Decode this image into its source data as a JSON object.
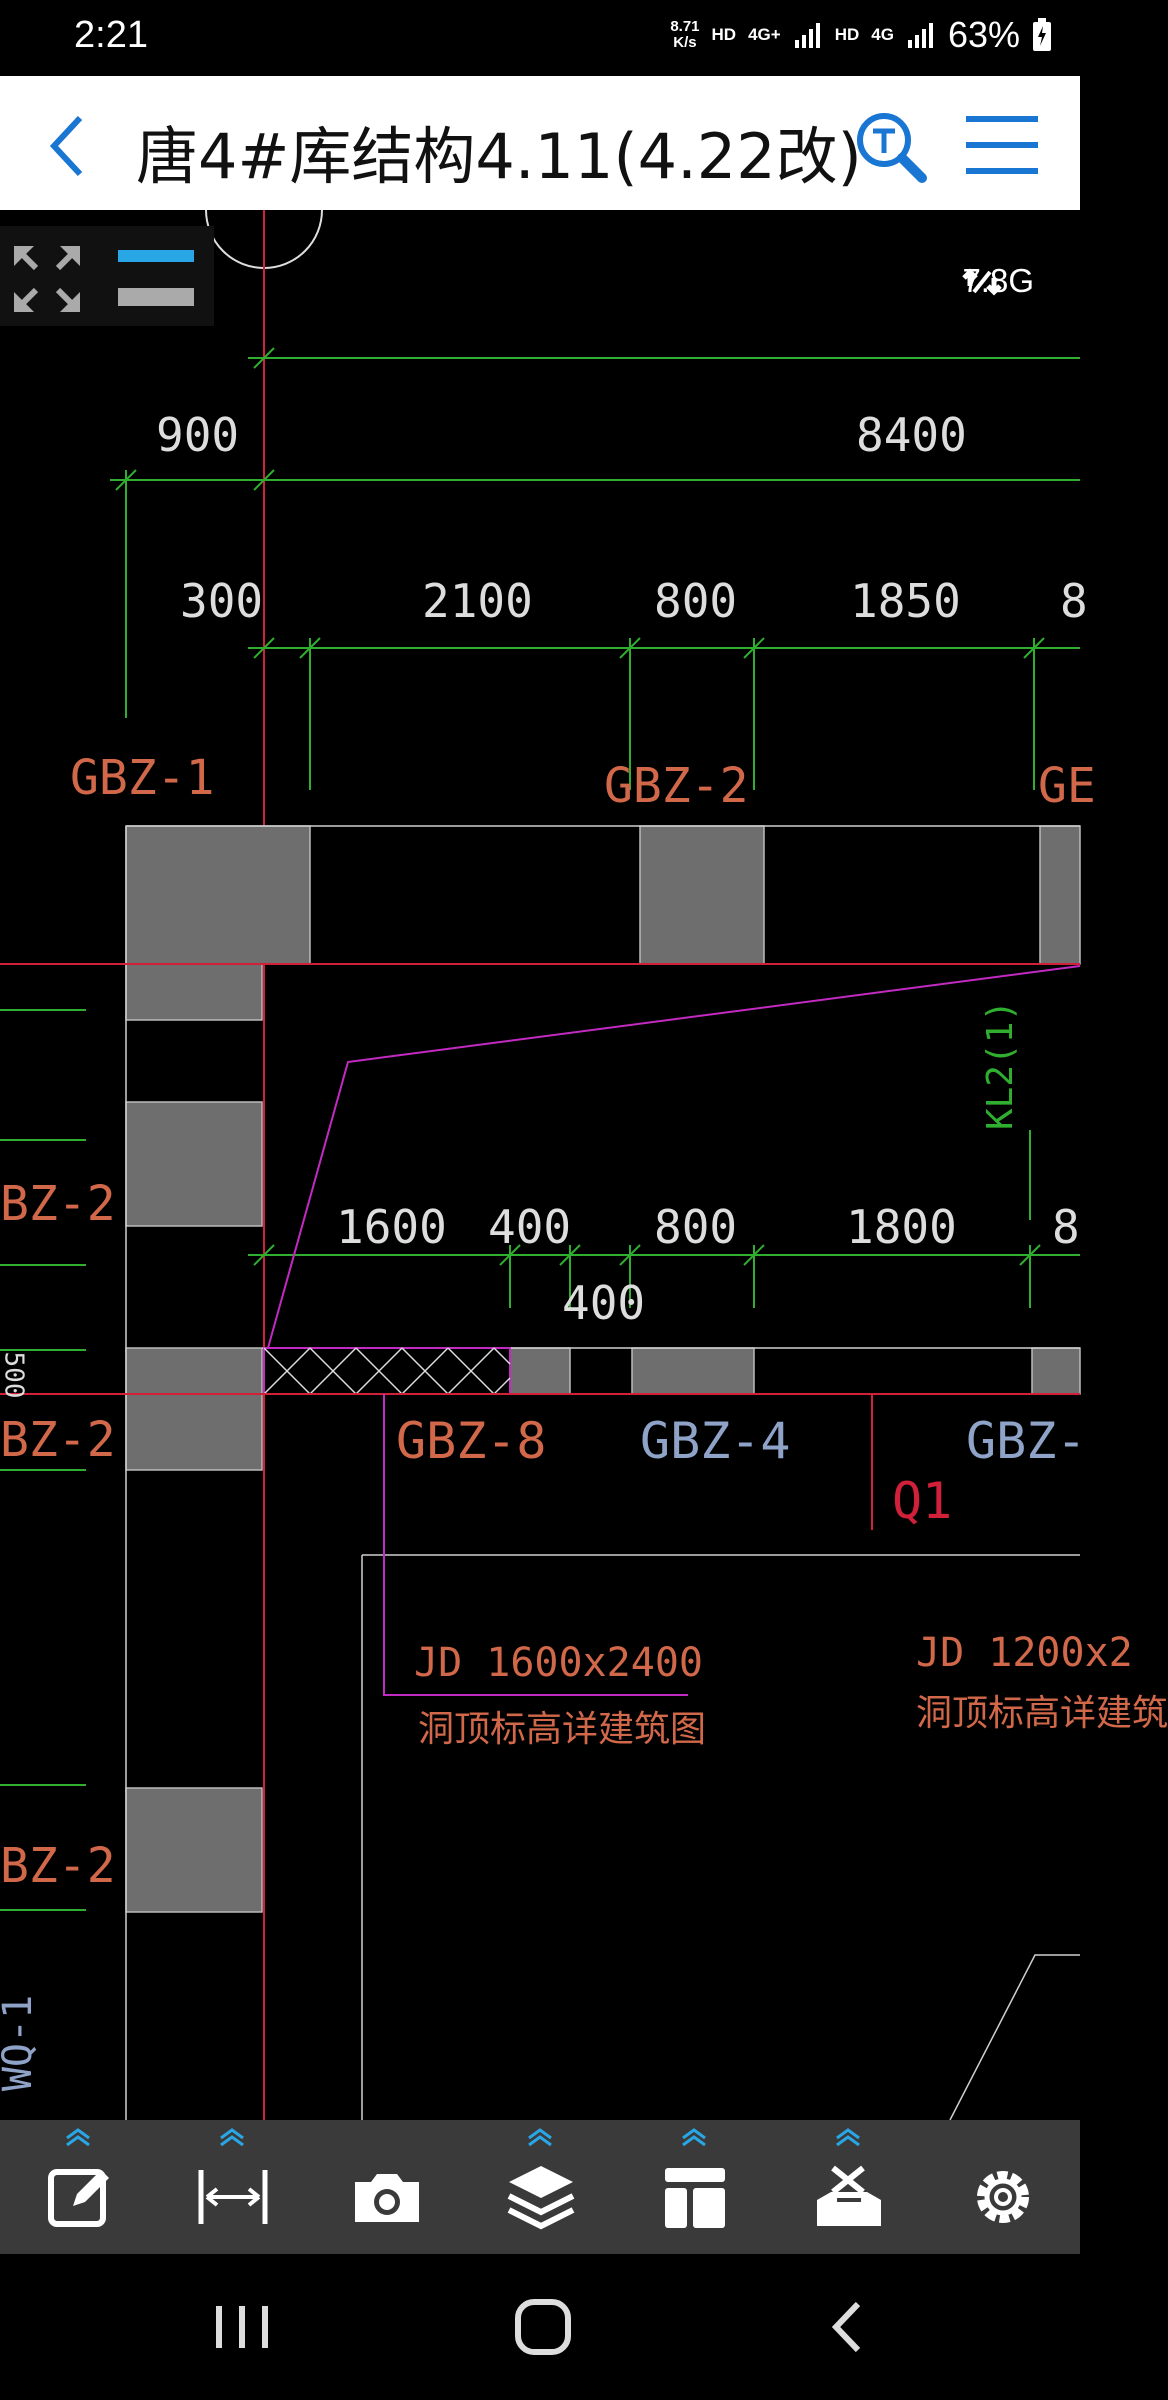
{
  "status_bar": {
    "time": "2:21",
    "net_speed_value": "8.71",
    "net_speed_unit": "K/s",
    "hd1": "HD",
    "net1": "4G+",
    "hd2": "HD",
    "net2": "4G",
    "battery": "63%"
  },
  "header": {
    "title": "唐4#库结构4.11(4.22改)",
    "accent_color": "#1976d2"
  },
  "canvas": {
    "memory": "7.8G",
    "dimensions_row1": [
      "900",
      "8400"
    ],
    "dimensions_row2": [
      "300",
      "2100",
      "800",
      "1850",
      "8"
    ],
    "dimensions_row3": [
      "1600",
      "400",
      "800",
      "1800",
      "8"
    ],
    "dimension_sub": "400",
    "labels": {
      "gbz1": "GBZ-1",
      "gbz2_top": "GBZ-2",
      "gbz_edge_top": "GE",
      "gbz2_left_a": "BZ-2",
      "gbz2_left_b": "BZ-2",
      "gbz2_left_c": "BZ-2",
      "gbz8": "GBZ-8",
      "gbz4": "GBZ-4",
      "gbz_edge_mid": "GBZ-",
      "q1": "Q1",
      "kl2": "KL2(1)",
      "jd1": "JD 1600x2400",
      "jd1_note": "洞顶标高详建筑图",
      "jd2": "JD 1200x2",
      "jd2_note": "洞顶标高详建筑",
      "wq": "WQ-1",
      "side_num": "500"
    },
    "colors": {
      "dim": "#2fae2f",
      "wall": "#6e6e6e",
      "axis": "#d0203a",
      "magenta": "#c22ac2",
      "orange_label": "#d2684a",
      "blue_label": "#8fa3c8"
    }
  },
  "toolbar": {
    "tools": [
      "edit-icon",
      "measure-icon",
      "camera-icon",
      "layers-icon",
      "layout-icon",
      "toolbox-icon",
      "settings-icon"
    ]
  },
  "nav_bar": {
    "buttons": [
      "recents-icon",
      "home-icon",
      "back-icon"
    ]
  }
}
